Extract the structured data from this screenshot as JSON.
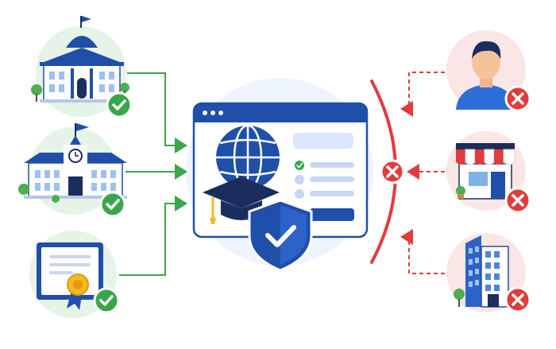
{
  "colors": {
    "allowed": "#3aa64a",
    "blocked": "#e23b3b",
    "brand_blue": "#1f4fa8",
    "dark_navy": "#1b2d5c",
    "light_blue": "#d9e6fb",
    "tile_green": "#e6f3e7",
    "tile_red": "#fbe6e6"
  },
  "sources": {
    "allowed": [
      {
        "name": "government-building",
        "status": "allowed"
      },
      {
        "name": "school-building",
        "status": "allowed"
      },
      {
        "name": "certificate-document",
        "status": "allowed"
      }
    ],
    "blocked": [
      {
        "name": "individual-person",
        "status": "blocked"
      },
      {
        "name": "shop-storefront",
        "status": "blocked"
      },
      {
        "name": "office-building",
        "status": "blocked"
      }
    ]
  },
  "center": {
    "window_icons": [
      "globe-icon",
      "graduation-cap-icon",
      "shield-check-icon"
    ],
    "barrier_icon": "x-icon"
  }
}
